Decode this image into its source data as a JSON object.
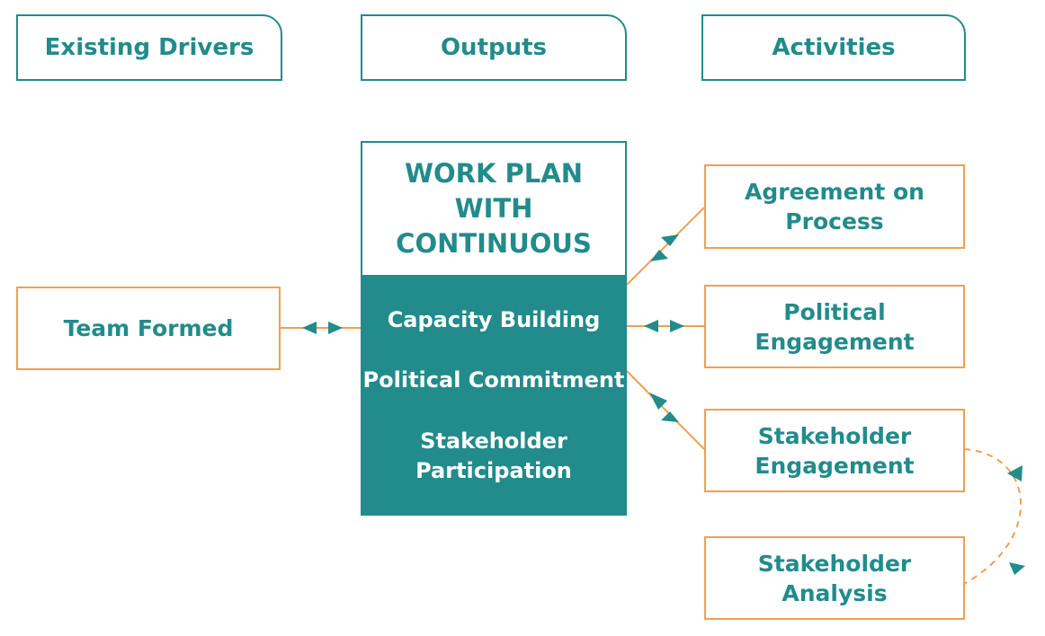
{
  "headers": {
    "existing_drivers": "Existing Drivers",
    "outputs": "Outputs",
    "activities": "Activities"
  },
  "drivers": {
    "team_formed": "Team Formed"
  },
  "work_plan": {
    "title": "WORK PLAN\nWITH\nCONTINUOUS",
    "items": [
      "Capacity Building",
      "Political Commitment",
      "Stakeholder\nParticipation"
    ]
  },
  "activities": [
    "Agreement on\nProcess",
    "Political\nEngagement",
    "Stakeholder\nEngagement",
    "Stakeholder\nAnalysis"
  ],
  "colors": {
    "teal": "#228b8b",
    "orange": "#f0a050"
  }
}
